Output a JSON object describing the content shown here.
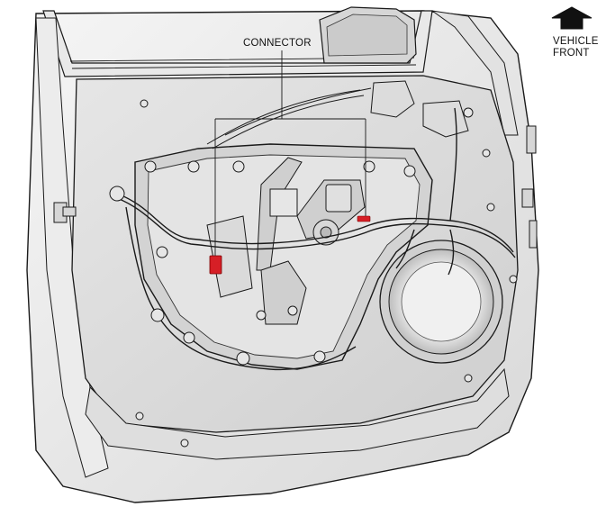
{
  "callouts": {
    "connector": "CONNECTOR"
  },
  "orientation": {
    "line1": "VEHICLE",
    "line2": "FRONT",
    "arrow_icon": "arrow-up-icon"
  },
  "colors": {
    "highlight": "#d61f26",
    "line": "#1a1a1a",
    "panel_fill": "#dcdcdc",
    "frame_fill": "#eeeeee"
  }
}
